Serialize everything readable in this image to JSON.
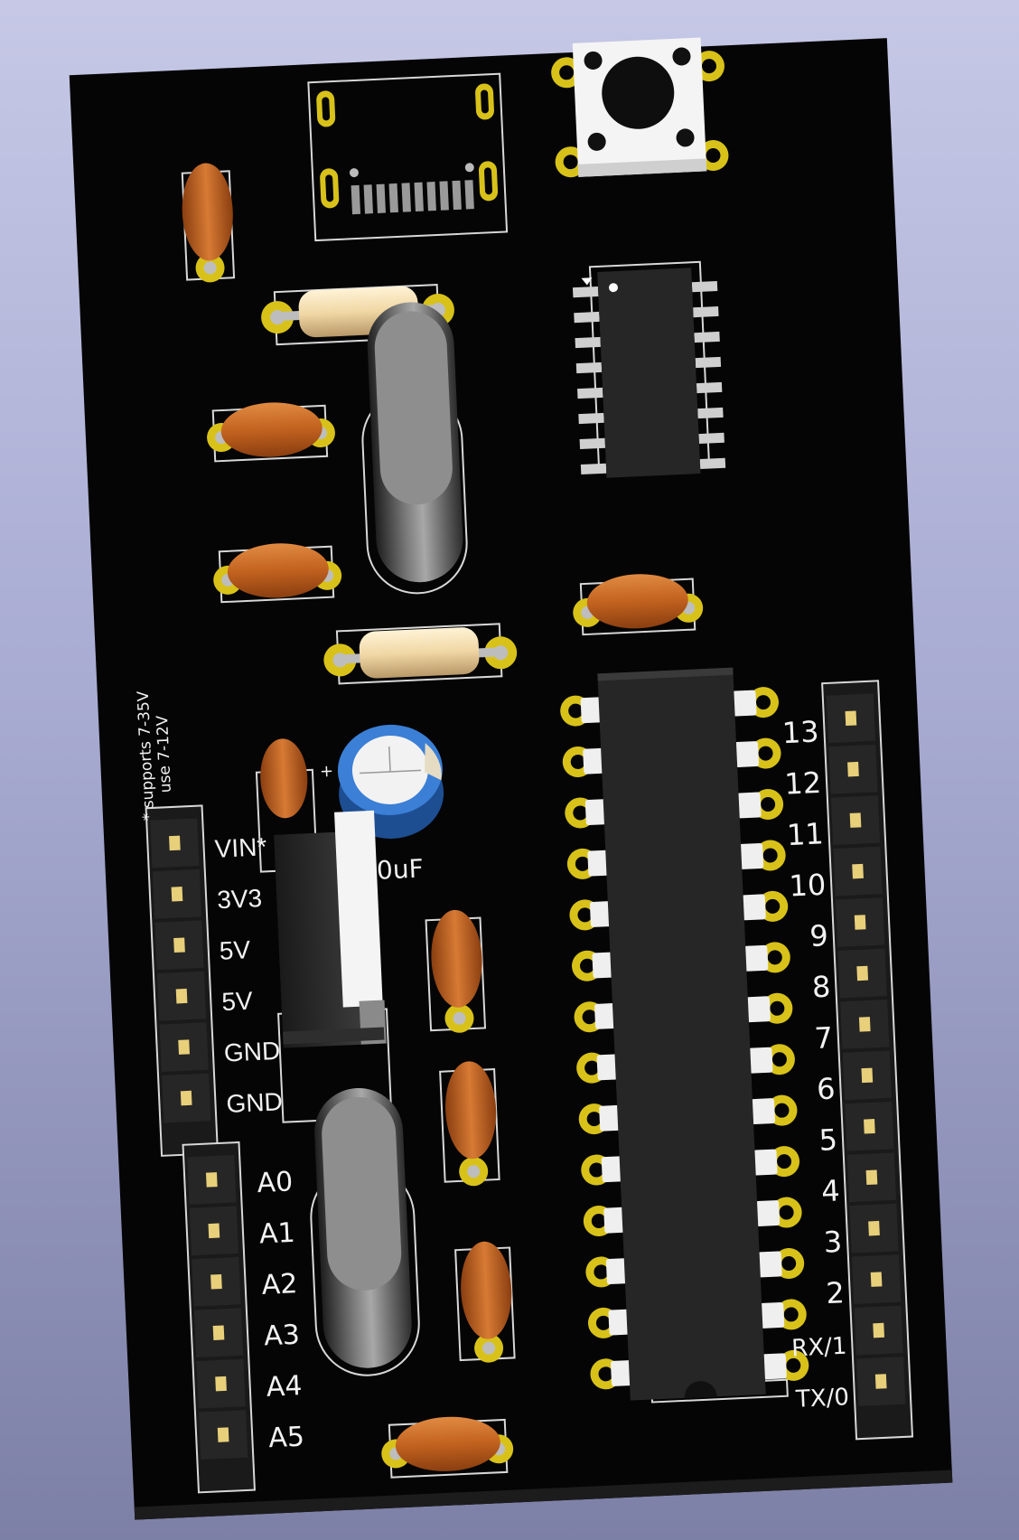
{
  "board": {
    "power_note_line1": "* supports 7-35V",
    "power_note_line2": "use 7-12V",
    "capacitor_value": "0uF"
  },
  "power_pins": [
    "VIN*",
    "3V3",
    "5V",
    "5V",
    "GND",
    "GND"
  ],
  "analog_pins": [
    "A0",
    "A1",
    "A2",
    "A3",
    "A4",
    "A5"
  ],
  "digital_pins": [
    "13",
    "12",
    "11",
    "10",
    "9",
    "8",
    "7",
    "6",
    "5",
    "4",
    "3",
    "2",
    "RX/1",
    "TX/0"
  ],
  "colors": {
    "background_top": "#c6c8e6",
    "background_bottom": "#7d80a6",
    "pcb": "#050505",
    "silkscreen": "#f2f2f2",
    "pad_gold": "#d8c21a",
    "ceramic_cap": "#c86a28",
    "resistor": "#f2dcb0",
    "ic_body": "#262626",
    "electrolytic_cap": "#3b7fd6"
  }
}
